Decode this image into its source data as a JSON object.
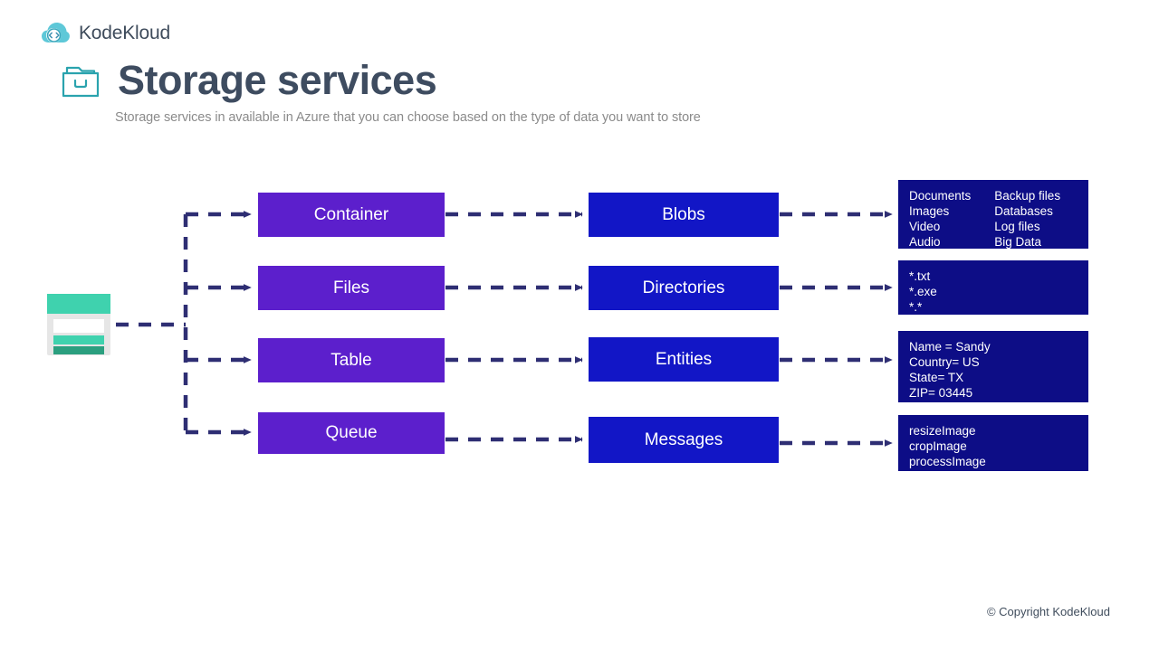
{
  "brand": {
    "name": "KodeKloud",
    "logo_icon": "kodekloud-cloud-code-icon"
  },
  "header": {
    "title": "Storage services",
    "subtitle": "Storage services in available in Azure that you can choose based on the type of data you want to store",
    "icon": "folder-icon"
  },
  "colors": {
    "purple": "#5C1FCC",
    "blue": "#1216C6",
    "navy": "#0D0D86",
    "connector": "#2E2E73",
    "title_text": "#3E4C60",
    "subtitle_text": "#8B8B8B",
    "teal": "#3FD2AE"
  },
  "diagram": {
    "source": {
      "label": "storage-account",
      "icon": "storage-account-icon"
    },
    "rows": [
      {
        "service": "Container",
        "entity": "Blobs",
        "details": {
          "columns": [
            [
              "Documents",
              "Images",
              "Video",
              "Audio"
            ],
            [
              "Backup files",
              "Databases",
              "Log files",
              "Big Data"
            ]
          ]
        }
      },
      {
        "service": "Files",
        "entity": "Directories",
        "details": {
          "columns": [
            [
              "*.txt",
              "*.exe",
              "*.*"
            ]
          ]
        }
      },
      {
        "service": "Table",
        "entity": "Entities",
        "details": {
          "columns": [
            [
              "Name = Sandy",
              "Country= US",
              "State= TX",
              "ZIP= 03445"
            ]
          ]
        }
      },
      {
        "service": "Queue",
        "entity": "Messages",
        "details": {
          "columns": [
            [
              "resizeImage",
              "cropImage",
              "processImage"
            ]
          ]
        }
      }
    ]
  },
  "footer": {
    "copyright": "© Copyright KodeKloud"
  }
}
